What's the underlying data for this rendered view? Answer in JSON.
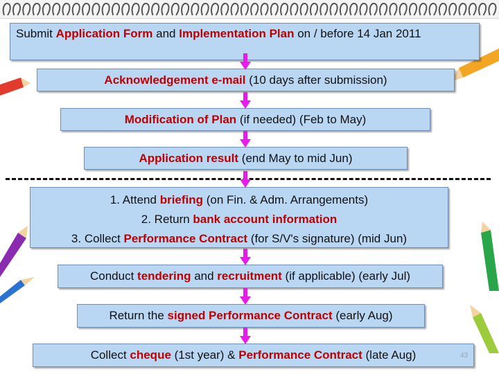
{
  "steps": [
    {
      "segments": [
        "Submit ",
        "Application Form",
        " and ",
        "Implementation Plan",
        " on / before 14 Jan 2011"
      ]
    },
    {
      "segments": [
        "Acknowledgement e-mail",
        " (10 days after submission)"
      ]
    },
    {
      "segments": [
        "Modification of Plan",
        " (if needed) (Feb to May)"
      ]
    },
    {
      "segments": [
        "Application result",
        " (end May to mid Jun)"
      ]
    },
    {
      "lines": [
        {
          "segments": [
            "1.  Attend ",
            "briefing",
            " (on Fin. & Adm. Arrangements)"
          ]
        },
        {
          "segments": [
            "2.  Return ",
            "bank account information"
          ]
        },
        {
          "segments": [
            "3.  Collect ",
            "Performance Contract",
            " (for S/V's signature)  (mid Jun)"
          ]
        }
      ]
    },
    {
      "segments": [
        "Conduct ",
        "tendering",
        " and ",
        "recruitment",
        " (if applicable) (early Jul)"
      ]
    },
    {
      "segments": [
        "Return the ",
        "signed Performance Contract",
        "  (early Aug)"
      ]
    },
    {
      "segments": [
        "Collect ",
        "cheque",
        " (1st year) & ",
        "Performance Contract",
        " (late Aug)"
      ]
    }
  ],
  "page_number": "43",
  "colors": {
    "box_fill": "#b9d6f3",
    "highlight_text": "#c00000",
    "arrow": "#e81ce8"
  }
}
